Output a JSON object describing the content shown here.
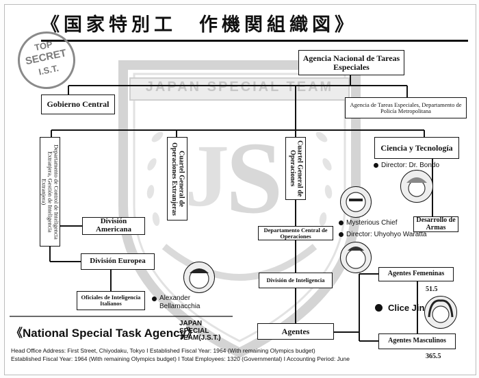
{
  "title_jp": "《国家特別工　作機関組織図》",
  "stamp": {
    "line1": "TOP",
    "line2": "SECRET",
    "line3": "I.S.T."
  },
  "emblem_banner": "JAPAN SPECIAL TEAM",
  "nodes": {
    "national_agency": "Agencia Nacional de Tareas Especiales",
    "central_government": "Gobierno Central",
    "metropolitan_police": "Agencia de Tareas Especiales, Departamento de Policía Metropolitana",
    "counter_intelligence": "Departamento de Control de Inteligencia Extranjera, Gestión de Inteligencia Extranjera)",
    "foreign_ops_hq": "Cuartel General de Operaciones Extranjeras",
    "ops_hq": "Cuartel General de Operaciones",
    "science": "Ciencia y Tecnología",
    "american_division": "División Americana",
    "european_division": "División Europea",
    "italian_officers": "Oficiales de Inteligencia Italianos",
    "central_ops_dept": "Departamento Central de Operaciones",
    "intelligence_division": "División de Inteligencia",
    "agents": "Agentes",
    "weapons_dev": "Desarrollo de Armas",
    "female_agents": "Agentes Femeninas",
    "male_agents": "Agentes Masculinos"
  },
  "people": {
    "science_director": "Director: Dr. Bondo",
    "mysterious_chief": "Mysterious Chief",
    "ops_director": "Director: Uhyohyo Waratta",
    "alexander": "Alexander Bellamacchia",
    "clice": "Clice Jin"
  },
  "numbers": {
    "n1": "51.5",
    "n2": "365.5"
  },
  "footer": {
    "agency_name": "《National Special Task Agency》",
    "short_name": [
      "JAPAN",
      "SPECIAL",
      "TEAM(J.S.T.)"
    ],
    "line1": "Head Office Address: First Street, Chiyodaku, Tokyo I Established Fiscal Year: 1964 (With remaining Olympics budget)",
    "line2": "Established Fiscal Year: 1964 (With remaining Olympics budget) I Total Employees: 1320 (Governmental) I  Accounting Period: June"
  }
}
